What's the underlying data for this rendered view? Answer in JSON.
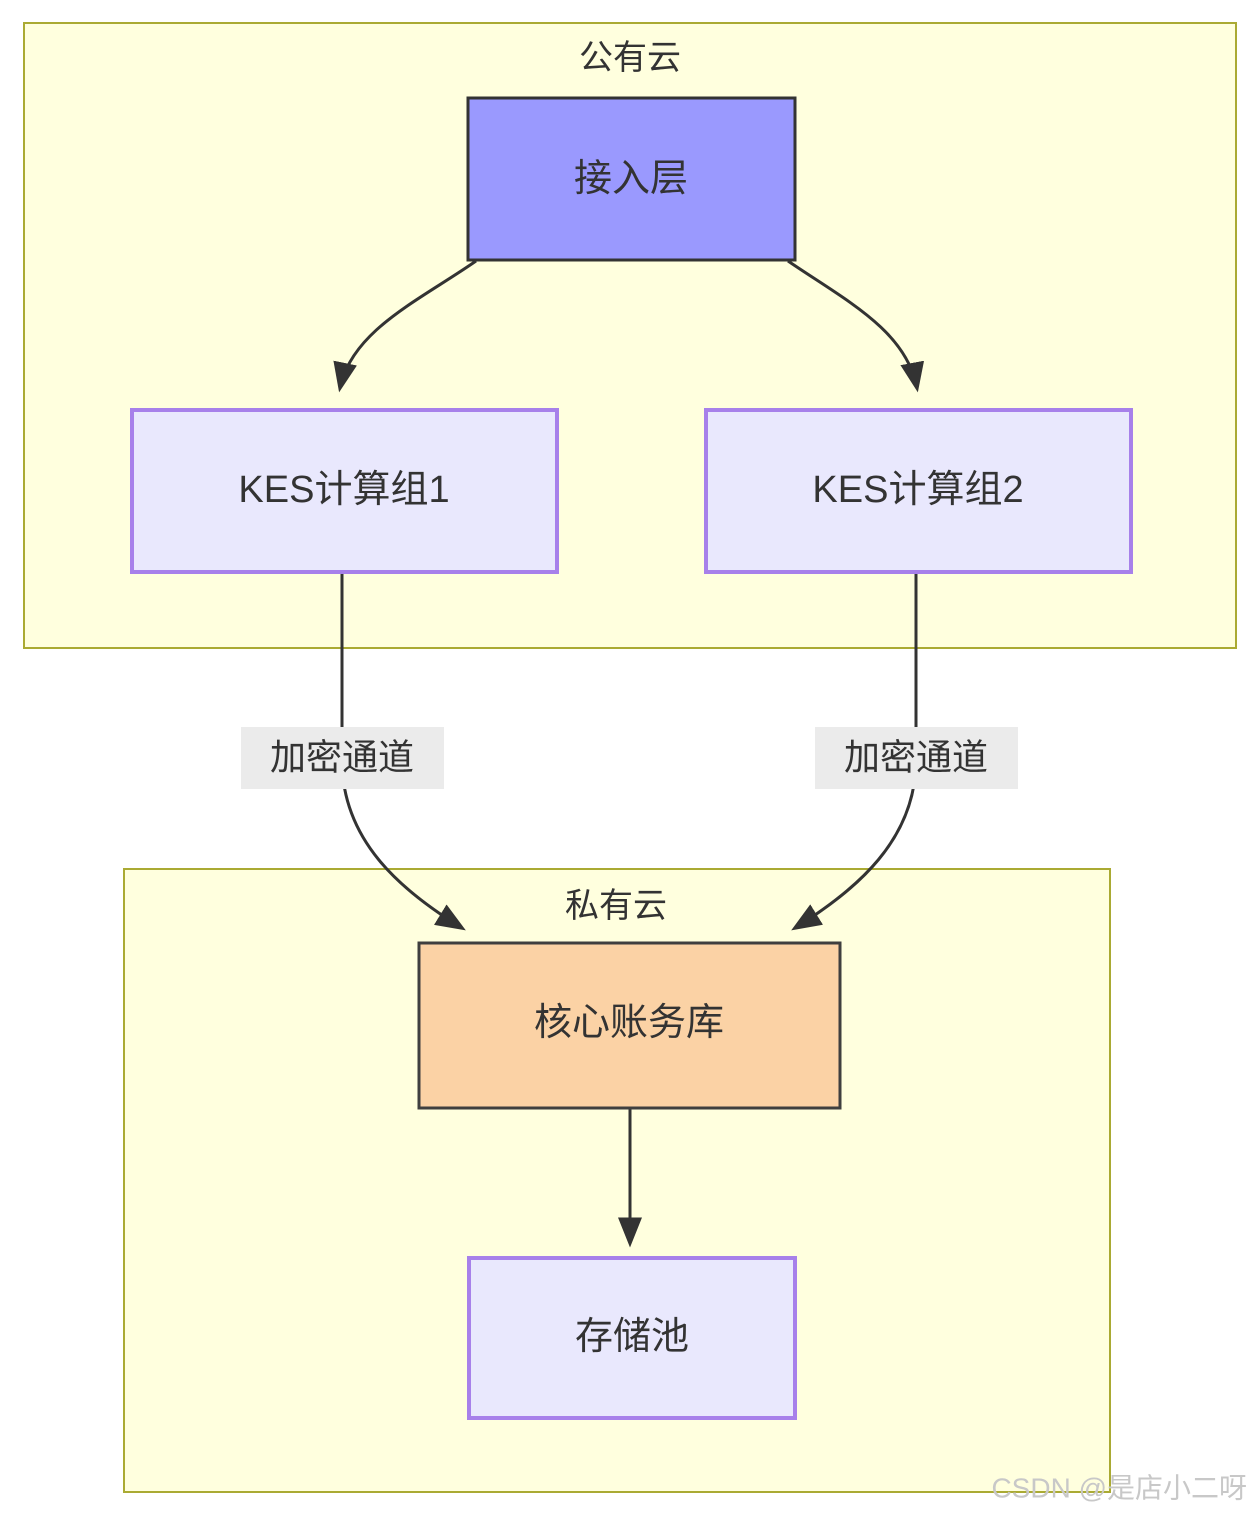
{
  "diagram": {
    "type": "architecture-flowchart",
    "clusters": [
      {
        "id": "public-cloud",
        "title": "公有云",
        "fill": "#ffffde",
        "stroke": "#aaaa33"
      },
      {
        "id": "private-cloud",
        "title": "私有云",
        "fill": "#ffffde",
        "stroke": "#aaaa33"
      }
    ],
    "nodes": [
      {
        "id": "access-layer",
        "label": "接入层",
        "fill": "#9a99fe",
        "stroke": "#333333",
        "cluster": "public-cloud"
      },
      {
        "id": "kes-group-1",
        "label": "KES计算组1",
        "fill": "#e9e8fd",
        "stroke": "#a780ea",
        "cluster": "public-cloud"
      },
      {
        "id": "kes-group-2",
        "label": "KES计算组2",
        "fill": "#e9e8fd",
        "stroke": "#a780ea",
        "cluster": "public-cloud"
      },
      {
        "id": "core-ledger-db",
        "label": "核心账务库",
        "fill": "#fbd2a5",
        "stroke": "#3f3f3f",
        "cluster": "private-cloud"
      },
      {
        "id": "storage-pool",
        "label": "存储池",
        "fill": "#e9e8fd",
        "stroke": "#a780ea",
        "cluster": "private-cloud"
      }
    ],
    "edges": [
      {
        "from": "access-layer",
        "to": "kes-group-1",
        "label": ""
      },
      {
        "from": "access-layer",
        "to": "kes-group-2",
        "label": ""
      },
      {
        "from": "kes-group-1",
        "to": "core-ledger-db",
        "label": "加密通道"
      },
      {
        "from": "kes-group-2",
        "to": "core-ledger-db",
        "label": "加密通道"
      },
      {
        "from": "core-ledger-db",
        "to": "storage-pool",
        "label": ""
      }
    ],
    "edge_labels": {
      "left": "加密通道",
      "right": "加密通道"
    }
  },
  "watermark": {
    "text": "CSDN @是店小二呀",
    "color": "#c8c8c8"
  }
}
